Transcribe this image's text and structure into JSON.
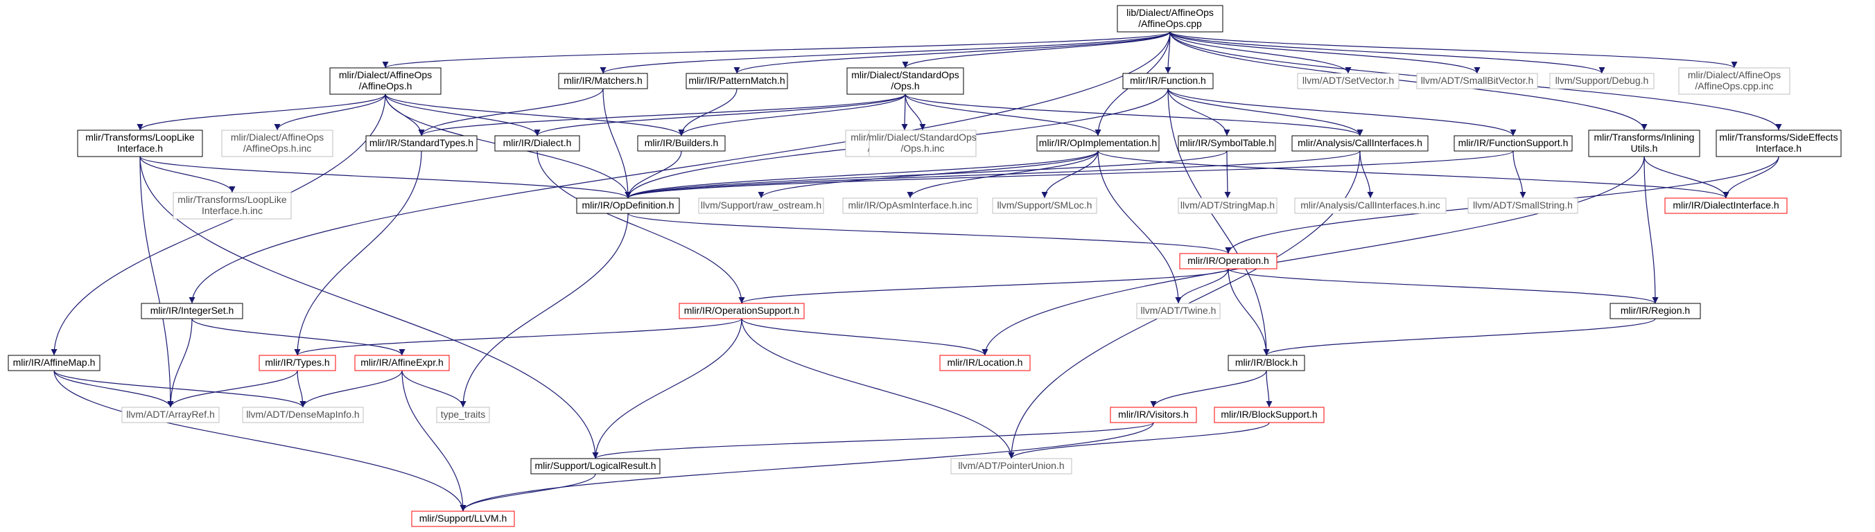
{
  "colors": {
    "edge": "#191970",
    "border_default": "#000000",
    "border_external": "#bfbfbf",
    "border_truncated": "#ff0000",
    "root_fill": "#bfbfbf",
    "text_external": "#505050"
  },
  "nodes": [
    {
      "id": "root",
      "lines": [
        "lib/Dialect/AffineOps",
        "/AffineOps.cpp"
      ],
      "kind": "root"
    },
    {
      "id": "affineops_h",
      "lines": [
        "mlir/Dialect/AffineOps",
        "/AffineOps.h"
      ],
      "kind": "normal"
    },
    {
      "id": "matchers_h",
      "lines": [
        "mlir/IR/Matchers.h"
      ],
      "kind": "normal"
    },
    {
      "id": "patternmatch_h",
      "lines": [
        "mlir/IR/PatternMatch.h"
      ],
      "kind": "normal"
    },
    {
      "id": "stdops_h",
      "lines": [
        "mlir/Dialect/StandardOps",
        "/Ops.h"
      ],
      "kind": "normal"
    },
    {
      "id": "function_h",
      "lines": [
        "mlir/IR/Function.h"
      ],
      "kind": "normal"
    },
    {
      "id": "setvector",
      "lines": [
        "llvm/ADT/SetVector.h"
      ],
      "kind": "external"
    },
    {
      "id": "smallbitvector",
      "lines": [
        "llvm/ADT/SmallBitVector.h"
      ],
      "kind": "external"
    },
    {
      "id": "debug",
      "lines": [
        "llvm/Support/Debug.h"
      ],
      "kind": "external"
    },
    {
      "id": "affineops_inc",
      "lines": [
        "mlir/Dialect/AffineOps",
        "/AffineOps.cpp.inc"
      ],
      "kind": "external"
    },
    {
      "id": "looplike",
      "lines": [
        "mlir/Transforms/LoopLike",
        "Interface.h"
      ],
      "kind": "normal"
    },
    {
      "id": "affineops_h_inc",
      "lines": [
        "mlir/Dialect/AffineOps",
        "/AffineOps.h.inc"
      ],
      "kind": "external"
    },
    {
      "id": "standardtypes",
      "lines": [
        "mlir/IR/StandardTypes.h"
      ],
      "kind": "normal"
    },
    {
      "id": "dialect_h",
      "lines": [
        "mlir/IR/Dialect.h"
      ],
      "kind": "normal"
    },
    {
      "id": "builders_h",
      "lines": [
        "mlir/IR/Builders.h"
      ],
      "kind": "normal"
    },
    {
      "id": "opsenums_inc",
      "lines": [
        "mlir/Dialect/StandardOps",
        "/OpsEnums.h.inc"
      ],
      "kind": "external"
    },
    {
      "id": "ops_h_inc",
      "lines": [
        "mlir/Dialect/StandardOps",
        "/Ops.h.inc"
      ],
      "kind": "external"
    },
    {
      "id": "opimpl",
      "lines": [
        "mlir/IR/OpImplementation.h"
      ],
      "kind": "normal"
    },
    {
      "id": "symboltable",
      "lines": [
        "mlir/IR/SymbolTable.h"
      ],
      "kind": "normal"
    },
    {
      "id": "callinterfaces",
      "lines": [
        "mlir/Analysis/CallInterfaces.h"
      ],
      "kind": "normal"
    },
    {
      "id": "functionsupport",
      "lines": [
        "mlir/IR/FunctionSupport.h"
      ],
      "kind": "normal"
    },
    {
      "id": "inlining",
      "lines": [
        "mlir/Transforms/Inlining",
        "Utils.h"
      ],
      "kind": "normal"
    },
    {
      "id": "sideeffects",
      "lines": [
        "mlir/Transforms/SideEffects",
        "Interface.h"
      ],
      "kind": "normal"
    },
    {
      "id": "looplike_inc",
      "lines": [
        "mlir/Transforms/LoopLike",
        "Interface.h.inc"
      ],
      "kind": "external"
    },
    {
      "id": "opdefinition",
      "lines": [
        "mlir/IR/OpDefinition.h"
      ],
      "kind": "normal"
    },
    {
      "id": "raw_ostream",
      "lines": [
        "llvm/Support/raw_ostream.h"
      ],
      "kind": "external"
    },
    {
      "id": "opasminterface",
      "lines": [
        "mlir/IR/OpAsmInterface.h.inc"
      ],
      "kind": "external"
    },
    {
      "id": "smloc",
      "lines": [
        "llvm/Support/SMLoc.h"
      ],
      "kind": "external"
    },
    {
      "id": "stringmap",
      "lines": [
        "llvm/ADT/StringMap.h"
      ],
      "kind": "external"
    },
    {
      "id": "callinterfaces_inc",
      "lines": [
        "mlir/Analysis/CallInterfaces.h.inc"
      ],
      "kind": "external"
    },
    {
      "id": "smallstring",
      "lines": [
        "llvm/ADT/SmallString.h"
      ],
      "kind": "external"
    },
    {
      "id": "dialectinterface",
      "lines": [
        "mlir/IR/DialectInterface.h"
      ],
      "kind": "truncated"
    },
    {
      "id": "operation",
      "lines": [
        "mlir/IR/Operation.h"
      ],
      "kind": "truncated"
    },
    {
      "id": "integerset",
      "lines": [
        "mlir/IR/IntegerSet.h"
      ],
      "kind": "normal"
    },
    {
      "id": "operationsupport",
      "lines": [
        "mlir/IR/OperationSupport.h"
      ],
      "kind": "truncated"
    },
    {
      "id": "twine",
      "lines": [
        "llvm/ADT/Twine.h"
      ],
      "kind": "external"
    },
    {
      "id": "region",
      "lines": [
        "mlir/IR/Region.h"
      ],
      "kind": "normal"
    },
    {
      "id": "affinemap",
      "lines": [
        "mlir/IR/AffineMap.h"
      ],
      "kind": "normal"
    },
    {
      "id": "types_h",
      "lines": [
        "mlir/IR/Types.h"
      ],
      "kind": "truncated"
    },
    {
      "id": "affineexpr",
      "lines": [
        "mlir/IR/AffineExpr.h"
      ],
      "kind": "truncated"
    },
    {
      "id": "location",
      "lines": [
        "mlir/IR/Location.h"
      ],
      "kind": "truncated"
    },
    {
      "id": "block",
      "lines": [
        "mlir/IR/Block.h"
      ],
      "kind": "normal"
    },
    {
      "id": "arrayref",
      "lines": [
        "llvm/ADT/ArrayRef.h"
      ],
      "kind": "external"
    },
    {
      "id": "densemapinfo",
      "lines": [
        "llvm/ADT/DenseMapInfo.h"
      ],
      "kind": "external"
    },
    {
      "id": "type_traits",
      "lines": [
        "type_traits"
      ],
      "kind": "external"
    },
    {
      "id": "visitors",
      "lines": [
        "mlir/IR/Visitors.h"
      ],
      "kind": "truncated"
    },
    {
      "id": "blocksupport",
      "lines": [
        "mlir/IR/BlockSupport.h"
      ],
      "kind": "truncated"
    },
    {
      "id": "logicalresult",
      "lines": [
        "mlir/Support/LogicalResult.h"
      ],
      "kind": "normal"
    },
    {
      "id": "pointerunion",
      "lines": [
        "llvm/ADT/PointerUnion.h"
      ],
      "kind": "external"
    },
    {
      "id": "llvm_h",
      "lines": [
        "mlir/Support/LLVM.h"
      ],
      "kind": "truncated"
    }
  ],
  "edges": [
    [
      "root",
      "affineops_h"
    ],
    [
      "root",
      "matchers_h"
    ],
    [
      "root",
      "patternmatch_h"
    ],
    [
      "root",
      "stdops_h"
    ],
    [
      "root",
      "function_h"
    ],
    [
      "root",
      "setvector"
    ],
    [
      "root",
      "smallbitvector"
    ],
    [
      "root",
      "debug"
    ],
    [
      "root",
      "affineops_inc"
    ],
    [
      "root",
      "opimpl"
    ],
    [
      "root",
      "inlining"
    ],
    [
      "root",
      "sideeffects"
    ],
    [
      "root",
      "integerset"
    ],
    [
      "affineops_h",
      "looplike"
    ],
    [
      "affineops_h",
      "affineops_h_inc"
    ],
    [
      "affineops_h",
      "standardtypes"
    ],
    [
      "affineops_h",
      "dialect_h"
    ],
    [
      "affineops_h",
      "builders_h"
    ],
    [
      "affineops_h",
      "opdefinition"
    ],
    [
      "affineops_h",
      "affinemap"
    ],
    [
      "matchers_h",
      "standardtypes"
    ],
    [
      "matchers_h",
      "opdefinition"
    ],
    [
      "patternmatch_h",
      "builders_h"
    ],
    [
      "stdops_h",
      "standardtypes"
    ],
    [
      "stdops_h",
      "dialect_h"
    ],
    [
      "stdops_h",
      "builders_h"
    ],
    [
      "stdops_h",
      "opsenums_inc"
    ],
    [
      "stdops_h",
      "ops_h_inc"
    ],
    [
      "stdops_h",
      "opimpl"
    ],
    [
      "stdops_h",
      "callinterfaces"
    ],
    [
      "function_h",
      "opdefinition"
    ],
    [
      "function_h",
      "symboltable"
    ],
    [
      "function_h",
      "callinterfaces"
    ],
    [
      "function_h",
      "functionsupport"
    ],
    [
      "function_h",
      "block"
    ],
    [
      "looplike",
      "opdefinition"
    ],
    [
      "looplike",
      "looplike_inc"
    ],
    [
      "looplike",
      "arrayref"
    ],
    [
      "looplike",
      "logicalresult"
    ],
    [
      "standardtypes",
      "types_h"
    ],
    [
      "dialect_h",
      "operationsupport"
    ],
    [
      "builders_h",
      "opdefinition"
    ],
    [
      "opimpl",
      "opdefinition"
    ],
    [
      "opimpl",
      "raw_ostream"
    ],
    [
      "opimpl",
      "opasminterface"
    ],
    [
      "opimpl",
      "smloc"
    ],
    [
      "opimpl",
      "twine"
    ],
    [
      "opimpl",
      "dialectinterface"
    ],
    [
      "symboltable",
      "opdefinition"
    ],
    [
      "symboltable",
      "stringmap"
    ],
    [
      "callinterfaces",
      "opdefinition"
    ],
    [
      "callinterfaces",
      "callinterfaces_inc"
    ],
    [
      "callinterfaces",
      "pointerunion"
    ],
    [
      "functionsupport",
      "opdefinition"
    ],
    [
      "functionsupport",
      "smallstring"
    ],
    [
      "inlining",
      "dialectinterface"
    ],
    [
      "inlining",
      "region"
    ],
    [
      "inlining",
      "location"
    ],
    [
      "sideeffects",
      "dialectinterface"
    ],
    [
      "sideeffects",
      "operation"
    ],
    [
      "opdefinition",
      "operation"
    ],
    [
      "opdefinition",
      "type_traits"
    ],
    [
      "operation",
      "operationsupport"
    ],
    [
      "operation",
      "twine"
    ],
    [
      "operation",
      "region"
    ],
    [
      "operation",
      "block"
    ],
    [
      "integerset",
      "affineexpr"
    ],
    [
      "integerset",
      "arrayref"
    ],
    [
      "operationsupport",
      "types_h"
    ],
    [
      "operationsupport",
      "location"
    ],
    [
      "operationsupport",
      "logicalresult"
    ],
    [
      "operationsupport",
      "pointerunion"
    ],
    [
      "region",
      "block"
    ],
    [
      "affinemap",
      "arrayref"
    ],
    [
      "affinemap",
      "densemapinfo"
    ],
    [
      "affinemap",
      "llvm_h"
    ],
    [
      "types_h",
      "arrayref"
    ],
    [
      "types_h",
      "densemapinfo"
    ],
    [
      "affineexpr",
      "densemapinfo"
    ],
    [
      "affineexpr",
      "type_traits"
    ],
    [
      "affineexpr",
      "llvm_h"
    ],
    [
      "block",
      "visitors"
    ],
    [
      "block",
      "blocksupport"
    ],
    [
      "visitors",
      "logicalresult"
    ],
    [
      "visitors",
      "llvm_h"
    ],
    [
      "blocksupport",
      "pointerunion"
    ],
    [
      "logicalresult",
      "llvm_h"
    ]
  ]
}
